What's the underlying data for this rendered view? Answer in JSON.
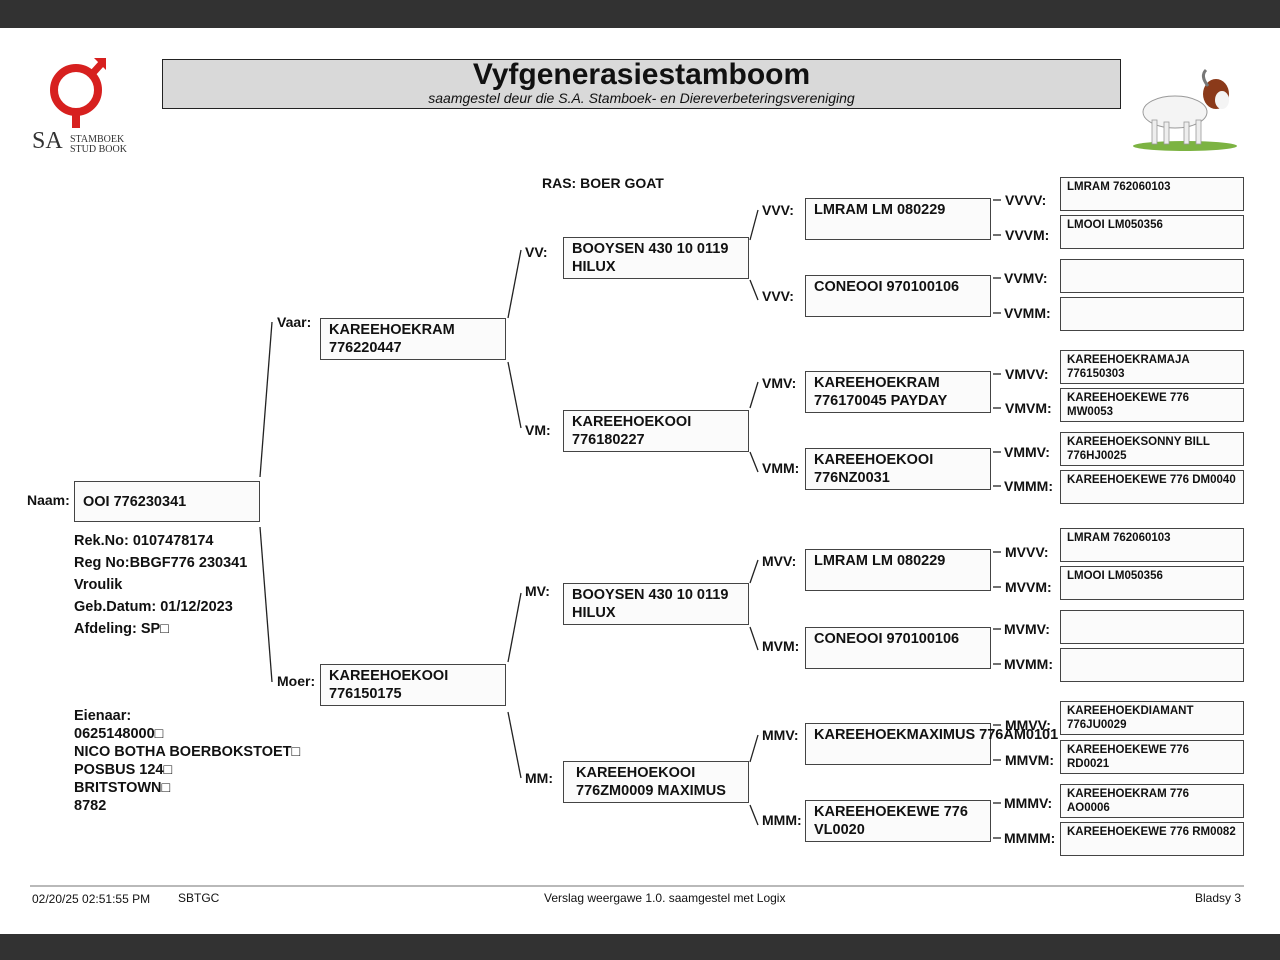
{
  "header": {
    "title": "Vyfgenerasiestamboom",
    "subtitle": "saamgestel deur die S.A. Stamboek- en Diereverbeteringsvereniging",
    "logo_sa": "SA",
    "logo_line1": "STAMBOEK",
    "logo_line2": "STUD BOOK"
  },
  "ras": "RAS: BOER GOAT",
  "animal": {
    "naam_label": "Naam:",
    "naam": "OOI 776230341",
    "rek_no": "Rek.No: 0107478174",
    "reg_no": "Reg No:BBGF776 230341",
    "sex": "Vroulik",
    "geb_datum": "Geb.Datum: 01/12/2023",
    "afdeling": "Afdeling: SP□"
  },
  "owner": {
    "label": "Eienaar:",
    "lines": [
      "0625148000□",
      "NICO BOTHA BOERBOKSTOET□",
      "POSBUS 124□",
      "BRITSTOWN□",
      "8782"
    ]
  },
  "gen1": {
    "vaar": {
      "label": "Vaar:",
      "line1": "KAREEHOEKRAM",
      "line2": "776220447"
    },
    "moer": {
      "label": "Moer:",
      "line1": "KAREEHOEKOOI",
      "line2": "776150175"
    }
  },
  "gen2": {
    "vv": {
      "label": "VV:",
      "line1": "BOOYSEN 430 10 0119",
      "line2": "HILUX"
    },
    "vm": {
      "label": "VM:",
      "line1": "KAREEHOEKOOI",
      "line2": "776180227"
    },
    "mv": {
      "label": "MV:",
      "line1": "BOOYSEN 430 10 0119",
      "line2": "HILUX"
    },
    "mm": {
      "label": "MM:",
      "line1": "KAREEHOEKOOI",
      "line2": "776ZM0009 MAXIMUS"
    }
  },
  "gen3": {
    "vvv": {
      "label": "VVV:",
      "line1": "LMRAM LM 080229",
      "line2": ""
    },
    "vvm": {
      "label": "VVV:",
      "line1": "CONEOOI 970100106",
      "line2": ""
    },
    "vmv": {
      "label": "VMV:",
      "line1": "KAREEHOEKRAM",
      "line2": "776170045 PAYDAY"
    },
    "vmm": {
      "label": "VMM:",
      "line1": "KAREEHOEKOOI",
      "line2": "776NZ0031"
    },
    "mvv": {
      "label": "MVV:",
      "line1": "LMRAM LM 080229",
      "line2": ""
    },
    "mvm": {
      "label": "MVM:",
      "line1": "CONEOOI 970100106",
      "line2": ""
    },
    "mmv": {
      "label": "MMV:",
      "line1": "KAREEHOEKMAXIMUS 776AM0101",
      "line2": ""
    },
    "mmm": {
      "label": "MMM:",
      "line1": "KAREEHOEKEWE 776",
      "line2": "VL0020"
    }
  },
  "gen4": {
    "vvvv": {
      "label": "VVVV:",
      "line1": "LMRAM 762060103",
      "line2": ""
    },
    "vvvm": {
      "label": "VVVM:",
      "line1": "LMOOI LM050356",
      "line2": ""
    },
    "vvmv": {
      "label": "VVMV:",
      "line1": "",
      "line2": ""
    },
    "vvmm": {
      "label": "VVMM:",
      "line1": "",
      "line2": ""
    },
    "vmvv": {
      "label": "VMVV:",
      "line1": "KAREEHOEKRAMAJA",
      "line2": "776150303"
    },
    "vmvm": {
      "label": "VMVM:",
      "line1": "KAREEHOEKEWE 776",
      "line2": "MW0053"
    },
    "vmmv": {
      "label": "VMMV:",
      "line1": "KAREEHOEKSONNY BILL",
      "line2": "776HJ0025"
    },
    "vmmm": {
      "label": "VMMM:",
      "line1": "KAREEHOEKEWE 776 DM0040",
      "line2": ""
    },
    "mvvv": {
      "label": "MVVV:",
      "line1": "LMRAM 762060103",
      "line2": ""
    },
    "mvvm": {
      "label": "MVVM:",
      "line1": "LMOOI LM050356",
      "line2": ""
    },
    "mvmv": {
      "label": "MVMV:",
      "line1": "",
      "line2": ""
    },
    "mvmm": {
      "label": "MVMM:",
      "line1": "",
      "line2": ""
    },
    "mmvv": {
      "label": "MMVV:",
      "line1": "KAREEHOEKDIAMANT",
      "line2": "776JU0029"
    },
    "mmvm": {
      "label": "MMVM:",
      "line1": "KAREEHOEKEWE 776",
      "line2": "RD0021"
    },
    "mmmv": {
      "label": "MMMV:",
      "line1": "KAREEHOEKRAM 776",
      "line2": "AO0006"
    },
    "mmmm": {
      "label": "MMMM:",
      "line1": "KAREEHOEKEWE 776 RM0082",
      "line2": ""
    }
  },
  "footer": {
    "datetime": "02/20/25 02:51:55 PM",
    "code": "SBTGC",
    "report": "Verslag weergawe 1.0. saamgestel met Logix",
    "page": "Bladsy 3"
  },
  "colors": {
    "logo_red": "#d7201f",
    "title_bg": "#d9d9d9",
    "bars": "#323232"
  }
}
